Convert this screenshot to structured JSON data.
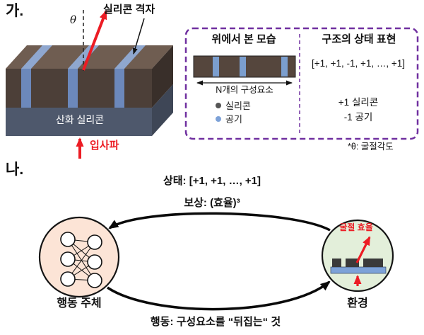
{
  "colors": {
    "accent_purple": "#7030a0",
    "red": "#ec1c24",
    "silicon_dark": "#4c3f38",
    "air_blue": "#7b9ece",
    "agent_fill": "#fce4d6",
    "env_fill": "#e3efda"
  },
  "section_a": {
    "label": "가.",
    "theta_symbol": "θ",
    "grating_label": "실리콘 격자",
    "oxide_label": "산화 실리콘",
    "incident_wave_label": "입사파",
    "footnote": "*θ: 굴절각도",
    "panel": {
      "top_view_title": "위에서 본 모습",
      "n_components_label": "N개의 구성요소",
      "legend": [
        {
          "label": "실리콘",
          "color": "#555555"
        },
        {
          "label": "공기",
          "color": "#7da2d8"
        }
      ],
      "state_title": "구조의 상태 표현",
      "state_vector": "[+1, +1, -1, +1, …, +1]",
      "mapping_silicon": "+1 실리콘",
      "mapping_air": "-1 공기"
    }
  },
  "section_b": {
    "label": "나.",
    "state_text": "상태: [+1, +1, …, +1]",
    "reward_text": "보상: (효율)³",
    "action_text": "행동: 구성요소를 “뒤집는“ 것",
    "agent_label": "행동 주체",
    "env_label": "환경",
    "env_metric_label": "굴절 효율"
  }
}
